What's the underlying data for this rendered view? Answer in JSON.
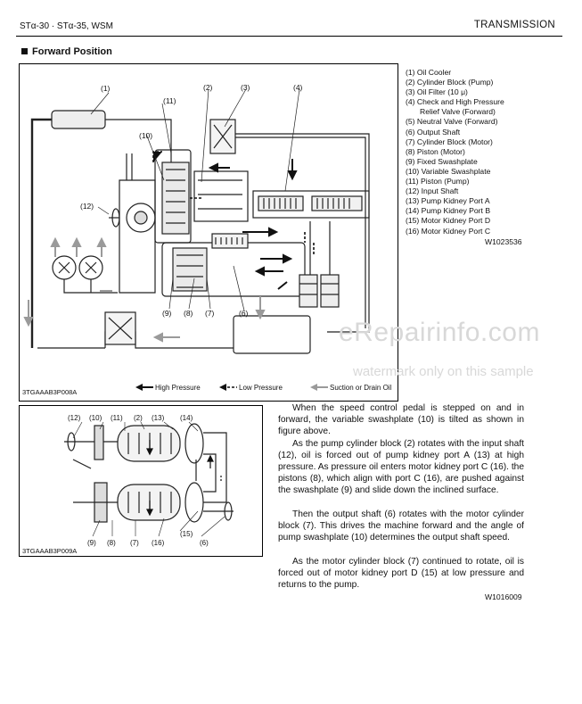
{
  "header": {
    "left": "STα-30 · STα-35, WSM",
    "right": "TRANSMISSION"
  },
  "section_title": "Forward Position",
  "figure1": {
    "code": "3TGAAAB3P008A",
    "callouts": [
      "(1)",
      "(2)",
      "(3)",
      "(4)",
      "(10)",
      "(11)",
      "(12)",
      "(9)",
      "(8)",
      "(7)",
      "(6)"
    ],
    "key": {
      "high": "High Pressure",
      "low": "Low Pressure",
      "suction": "Suction or Drain Oil"
    }
  },
  "legend": [
    "(1) Oil Cooler",
    "(2) Cylinder Block (Pump)",
    "(3) Oil Filter (10 μ)",
    "(4) Check and High Pressure",
    "Relief Valve (Forward)",
    "(5) Neutral Valve (Forward)",
    "(6) Output Shaft",
    "(7) Cylinder Block (Motor)",
    "(8) Piston (Motor)",
    "(9) Fixed Swashplate",
    "(10) Variable Swashplate",
    "(11) Piston (Pump)",
    "(12) Input Shaft",
    "(13) Pump Kidney Port A",
    "(14) Pump Kidney Port B",
    "(15) Motor Kidney Port D",
    "(16) Motor Kidney Port C"
  ],
  "legend_code": "W1023536",
  "figure2": {
    "code": "3TGAAAB3P009A",
    "callouts": [
      "(12)",
      "(10)",
      "(11)",
      "(2)",
      "(13)",
      "(14)",
      "(15)",
      "(6)",
      "(9)",
      "(8)",
      "(7)",
      "(16)"
    ]
  },
  "paragraphs": [
    "When the speed control pedal is stepped on and in forward, the variable swashplate (10) is tilted as shown in figure above.",
    "As the pump cylinder block (2) rotates with the input shaft (12), oil is forced out of pump kidney port A (13) at high pressure. As pressure oil enters motor kidney port C (16). the pistons (8), which align with port C (16), are pushed against the swashplate (9) and slide down the inclined surface.",
    "Then the output shaft (6) rotates with the motor cylinder block (7). This drives the machine forward and the angle of pump swashplate (10) determines the output shaft speed.",
    "As the motor cylinder block (7) continued to rotate, oil is forced out of motor kidney port D (15) at low pressure and returns to the pump."
  ],
  "paragraph_code": "W1016009",
  "watermark": {
    "main": "eRepairinfo.com",
    "sub": "watermark only on this sample"
  }
}
